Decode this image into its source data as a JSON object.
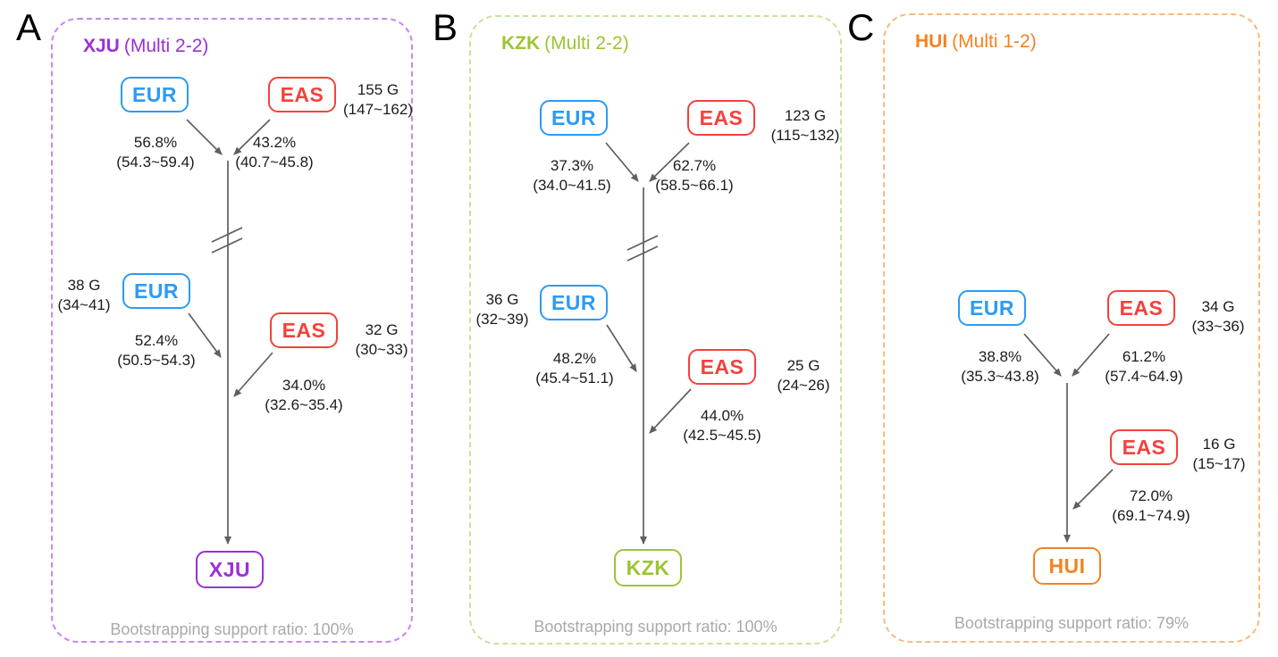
{
  "figure": {
    "node_colors": {
      "eur": "#2b9bf4",
      "eas": "#f5413d",
      "line": "#5f5f5f"
    },
    "panels": [
      {
        "letter": "A",
        "population": "XJU",
        "model": "(Multi 2-2)",
        "accent": "#9b30d5",
        "border_color": "#cd85ee",
        "founding": {
          "left": {
            "label": "EUR",
            "pct": "56.8%",
            "ci": "(54.3~59.4)"
          },
          "right": {
            "label": "EAS",
            "pct": "43.2%",
            "ci": "(40.7~45.8)"
          },
          "time": "155 G",
          "time_ci": "(147~162)"
        },
        "pulse_left": {
          "label": "EUR",
          "time": "38 G",
          "time_ci": "(34~41)",
          "pct": "52.4%",
          "ci": "(50.5~54.3)"
        },
        "pulse_right": {
          "label": "EAS",
          "time": "32 G",
          "time_ci": "(30~33)",
          "pct": "34.0%",
          "ci": "(32.6~35.4)"
        },
        "target": "XJU",
        "bootstrap": "Bootstrapping support ratio: 100%"
      },
      {
        "letter": "B",
        "population": "KZK",
        "model": "(Multi 2-2)",
        "accent": "#9cc434",
        "border_color": "#c9e39a",
        "founding": {
          "left": {
            "label": "EUR",
            "pct": "37.3%",
            "ci": "(34.0~41.5)"
          },
          "right": {
            "label": "EAS",
            "pct": "62.7%",
            "ci": "(58.5~66.1)"
          },
          "time": "123 G",
          "time_ci": "(115~132)"
        },
        "pulse_left": {
          "label": "EUR",
          "time": "36 G",
          "time_ci": "(32~39)",
          "pct": "48.2%",
          "ci": "(45.4~51.1)"
        },
        "pulse_right": {
          "label": "EAS",
          "time": "25 G",
          "time_ci": "(24~26)",
          "pct": "44.0%",
          "ci": "(42.5~45.5)"
        },
        "target": "KZK",
        "bootstrap": "Bootstrapping support ratio: 100%"
      },
      {
        "letter": "C",
        "population": "HUI",
        "model": "(Multi 1-2)",
        "accent": "#f58220",
        "border_color": "#fbb97d",
        "founding": {
          "left": {
            "label": "EUR",
            "pct": "38.8%",
            "ci": "(35.3~43.8)"
          },
          "right": {
            "label": "EAS",
            "pct": "61.2%",
            "ci": "(57.4~64.9)"
          },
          "time": "34 G",
          "time_ci": "(33~36)"
        },
        "pulse_right": {
          "label": "EAS",
          "time": "16 G",
          "time_ci": "(15~17)",
          "pct": "72.0%",
          "ci": "(69.1~74.9)"
        },
        "target": "HUI",
        "bootstrap": "Bootstrapping support ratio: 79%"
      }
    ]
  }
}
